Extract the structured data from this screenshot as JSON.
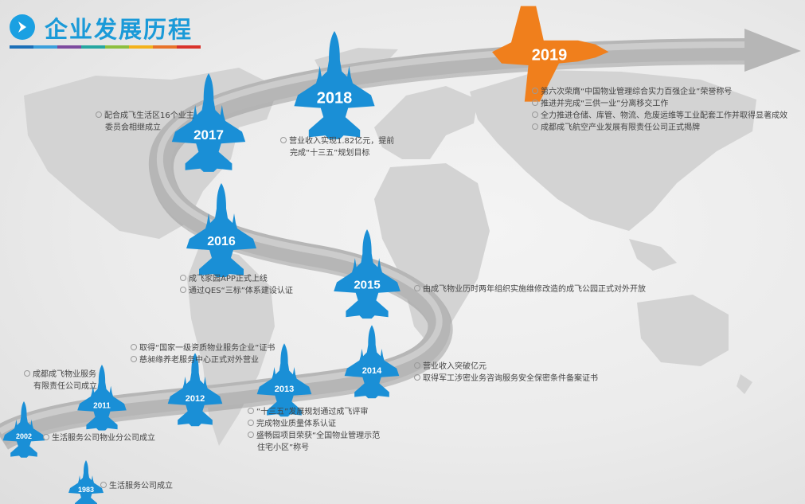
{
  "header": {
    "title": "企业发展历程",
    "icon": "chevron-right-icon",
    "accent_color": "#1aa0e2",
    "stripe_colors": [
      "#1b6fb8",
      "#3a9fdc",
      "#7c4a9e",
      "#26a6a1",
      "#8dbf3e",
      "#f3b21b",
      "#e8732a",
      "#d9332b"
    ]
  },
  "colors": {
    "jet_blue": "#1a8fd6",
    "jet_orange": "#f07f1c",
    "road_gray": "#b3b3b3"
  },
  "timeline": [
    {
      "year": "1983",
      "notes": [
        "生活服务公司成立"
      ]
    },
    {
      "year": "2002",
      "notes": [
        "生活服务公司物业分公司成立"
      ]
    },
    {
      "year": "2011",
      "notes": [
        "成都成飞物业服务",
        "有限责任公司成立"
      ]
    },
    {
      "year": "2012",
      "notes": [
        "取得“国家一级资质物业服务企业”证书",
        "慈昶缘养老服务中心正式对外营业"
      ]
    },
    {
      "year": "2013",
      "notes": [
        "“十三五”发展规划通过成飞评审",
        "完成物业质量体系认证",
        "盛畅园项目荣获“全国物业管理示范",
        "住宅小区”称号"
      ]
    },
    {
      "year": "2014",
      "notes": [
        "营业收入突破亿元",
        "取得军工涉密业务咨询服务安全保密条件备案证书"
      ]
    },
    {
      "year": "2015",
      "notes": [
        "由成飞物业历时两年组织实施维修改造的成飞公园正式对外开放"
      ]
    },
    {
      "year": "2016",
      "notes": [
        "成飞家园APP正式上线",
        "通过QES“三标”体系建设认证"
      ]
    },
    {
      "year": "2017",
      "notes": [
        "配合成飞生活区16个业主",
        "委员会相继成立"
      ]
    },
    {
      "year": "2018",
      "notes": [
        "营业收入实现1.82亿元，提前",
        "完成“十三五”规划目标"
      ]
    },
    {
      "year": "2019",
      "notes": [
        "第六次荣膺“中国物业管理综合实力百强企业”荣誉称号",
        "推进并完成“三供一业”分离移交工作",
        "全力推进仓储、库管、物流、危废运维等工业配套工作并取得显著成效",
        "成都成飞航空产业发展有限责任公司正式揭牌"
      ]
    }
  ]
}
